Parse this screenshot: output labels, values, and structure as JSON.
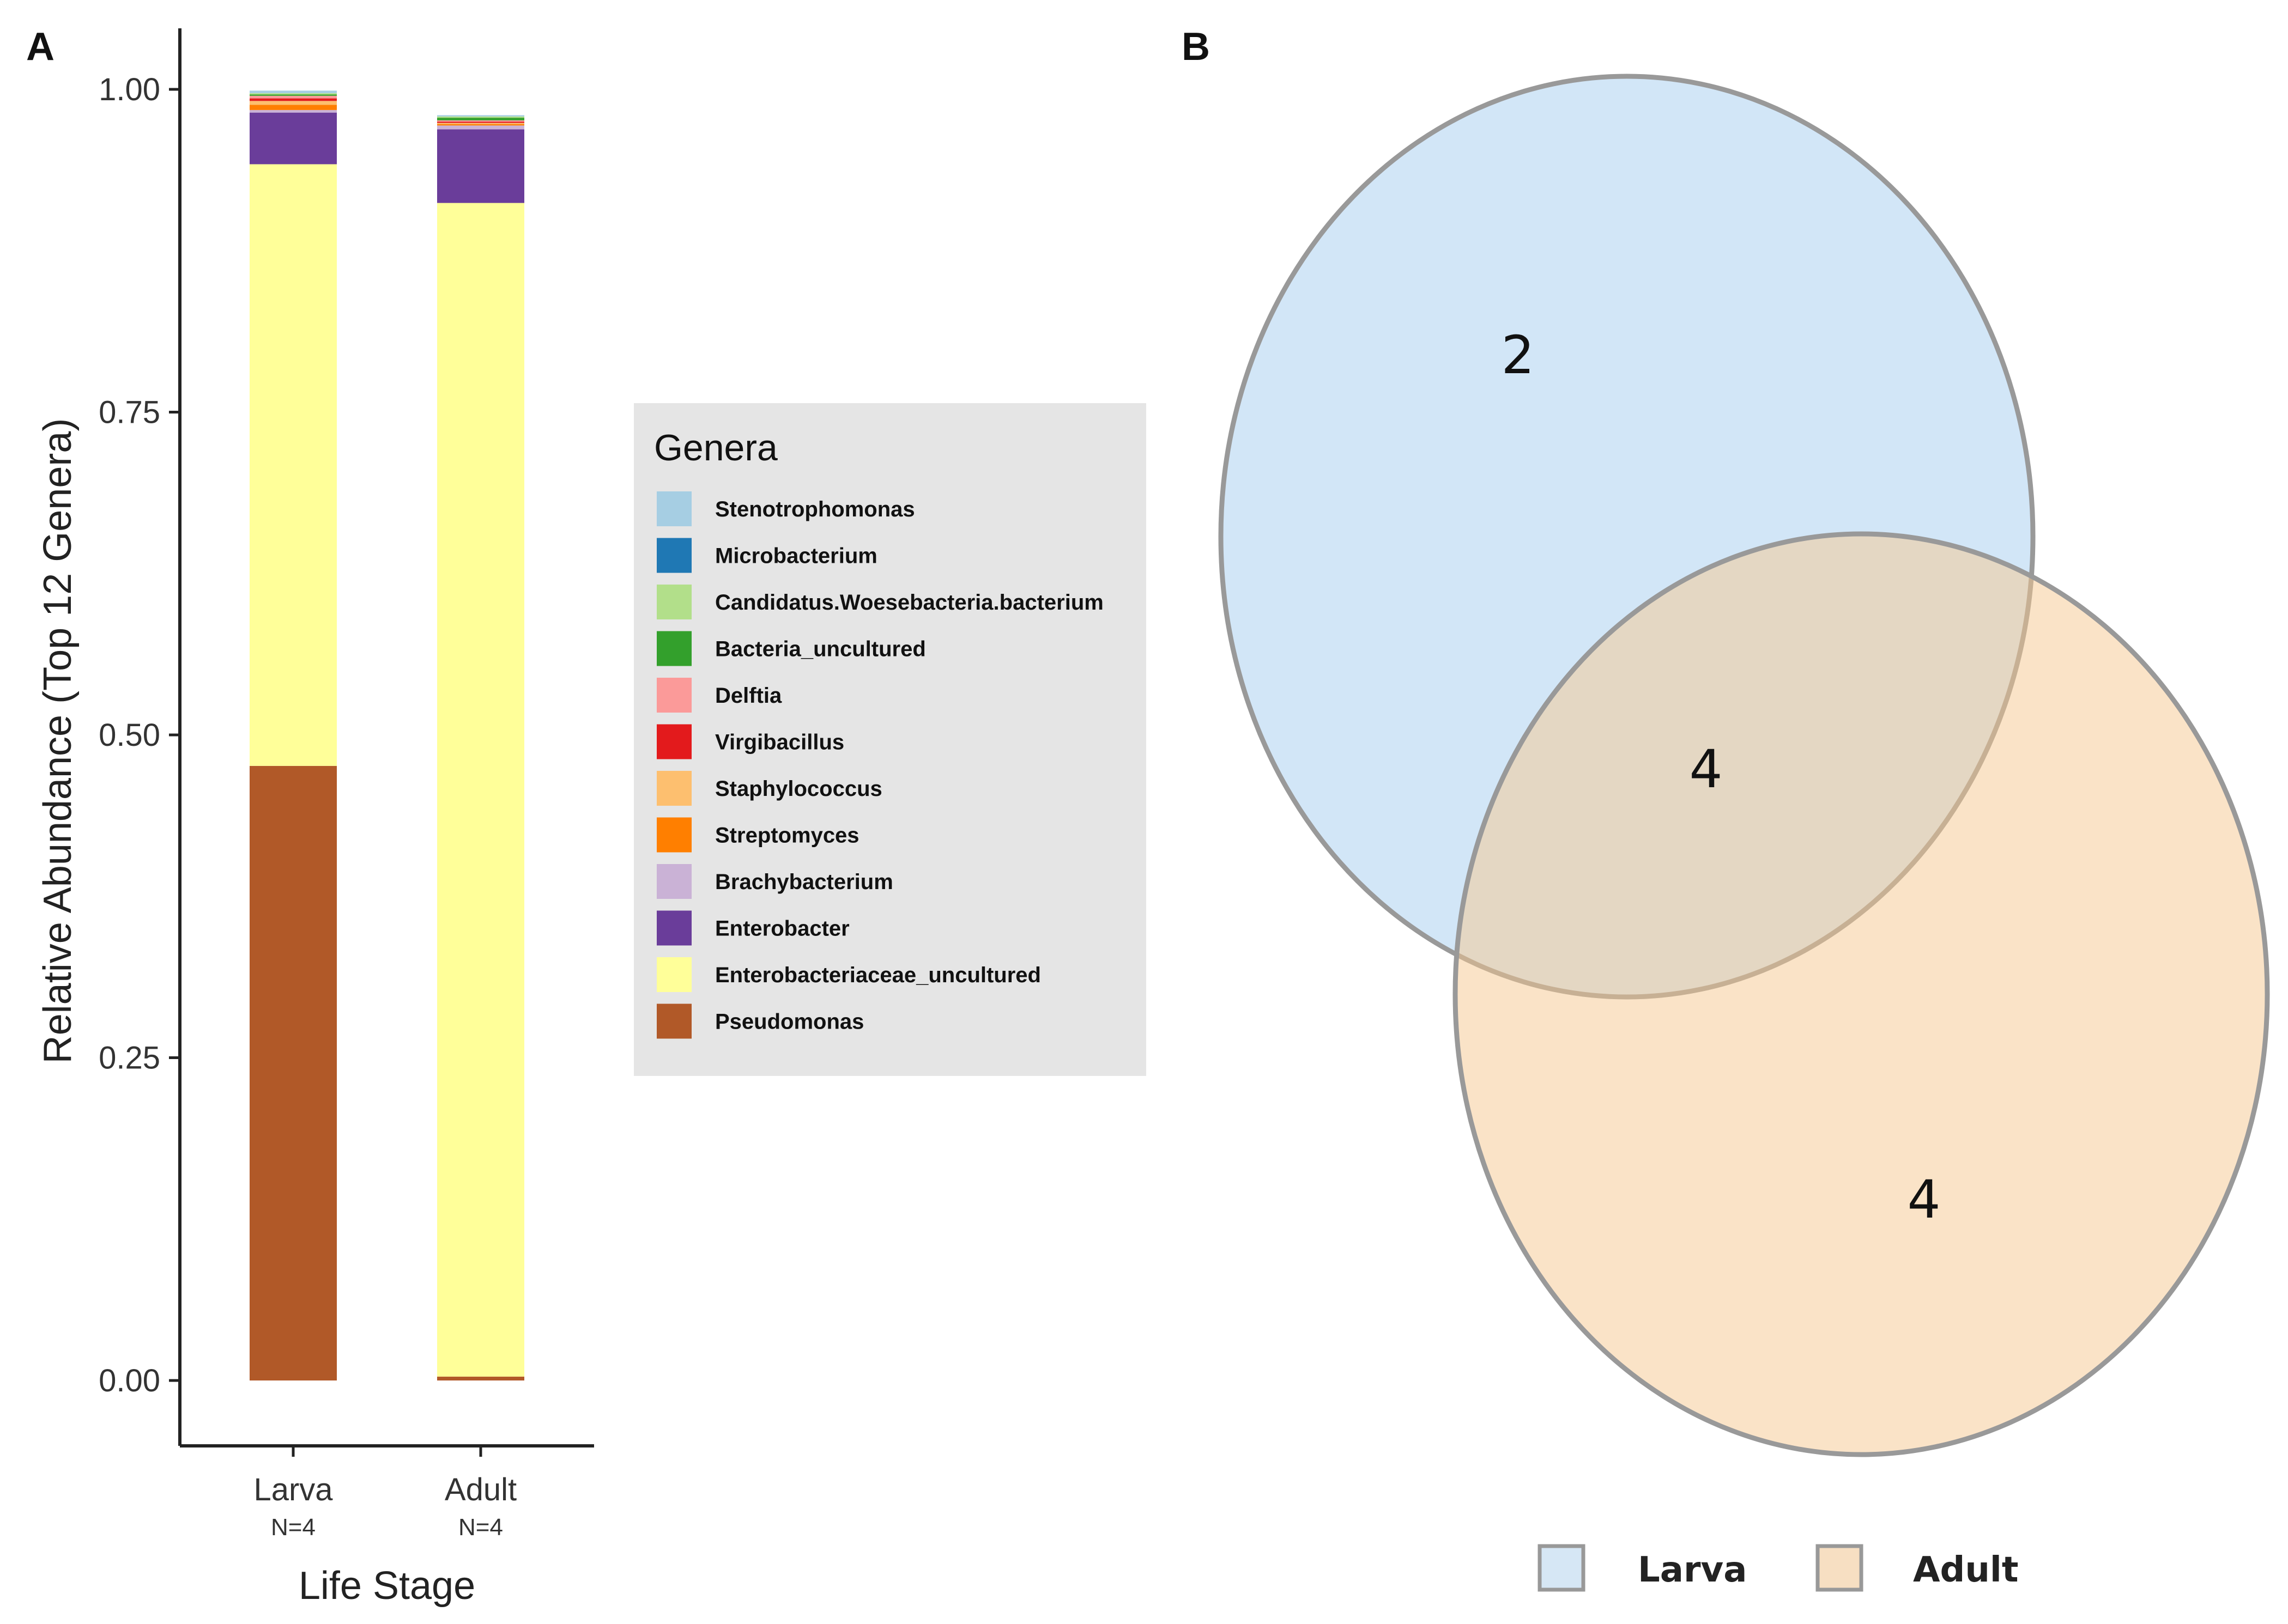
{
  "panel_a_label": "A",
  "panel_b_label": "B",
  "chart_data": [
    {
      "type": "bar",
      "stacked": true,
      "categories": [
        "Larva",
        "Adult"
      ],
      "category_sublabels": [
        "N=4",
        "N=4"
      ],
      "xlabel": "Life Stage",
      "ylabel": "Relative Abundance (Top 12 Genera)",
      "ylim": [
        0,
        1
      ],
      "yticks": [
        "0.00",
        "0.25",
        "0.50",
        "0.75",
        "1.00"
      ],
      "ytick_values": [
        0,
        0.25,
        0.5,
        0.75,
        1.0
      ],
      "grid": false,
      "legend_title": "Genera",
      "legend_position": "right",
      "series": [
        {
          "name": "Pseudomonas",
          "color": "#B15928",
          "values": [
            0.476,
            0.003
          ]
        },
        {
          "name": "Enterobacteriaceae_uncultured",
          "color": "#FFFF99",
          "values": [
            0.466,
            0.909
          ]
        },
        {
          "name": "Enterobacter",
          "color": "#6A3D9A",
          "values": [
            0.04,
            0.057
          ]
        },
        {
          "name": "Brachybacterium",
          "color": "#CAB2D6",
          "values": [
            0.002,
            0.003
          ]
        },
        {
          "name": "Streptomyces",
          "color": "#FF7F00",
          "values": [
            0.004,
            0.001
          ]
        },
        {
          "name": "Staphylococcus",
          "color": "#FDBF6F",
          "values": [
            0.003,
            0.001
          ]
        },
        {
          "name": "Virgibacillus",
          "color": "#E31A1C",
          "values": [
            0.002,
            0.001
          ]
        },
        {
          "name": "Delftia",
          "color": "#FB9A99",
          "values": [
            0.002,
            0.001
          ]
        },
        {
          "name": "Bacteria_uncultured",
          "color": "#33A02C",
          "values": [
            0.001,
            0.002
          ]
        },
        {
          "name": "Candidatus.Woesebacteria.bacterium",
          "color": "#B2DF8A",
          "values": [
            0.001,
            0.001
          ]
        },
        {
          "name": "Microbacterium",
          "color": "#1F78B4",
          "values": [
            0.0,
            0.0
          ]
        },
        {
          "name": "Stenotrophomonas",
          "color": "#A6CEE3",
          "values": [
            0.002,
            0.001
          ]
        }
      ],
      "legend_order": [
        "Stenotrophomonas",
        "Microbacterium",
        "Candidatus.Woesebacteria.bacterium",
        "Bacteria_uncultured",
        "Delftia",
        "Virgibacillus",
        "Staphylococcus",
        "Streptomyces",
        "Brachybacterium",
        "Enterobacter",
        "Enterobacteriaceae_uncultured",
        "Pseudomonas"
      ]
    },
    {
      "type": "venn",
      "sets": [
        {
          "name": "Larva",
          "color": "#A6CEF0"
        },
        {
          "name": "Adult",
          "color": "#F5C890"
        }
      ],
      "counts": {
        "larva_only": "2",
        "shared": "4",
        "adult_only": "4"
      },
      "legend_position": "bottom"
    }
  ]
}
